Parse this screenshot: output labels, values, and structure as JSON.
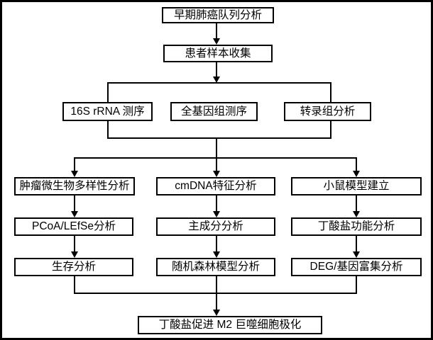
{
  "diagram": {
    "type": "flowchart",
    "background_color": "#ffffff",
    "line_color": "#000000",
    "box_fill_color": "#ffffff",
    "box_border_color": "#000000",
    "text_color": "#000000",
    "nodes": {
      "cohort": "早期肺癌队列分析",
      "sample_collection": "患者样本收集",
      "seq_16s": "16S rRNA 测序",
      "wgs": "全基因组测序",
      "transcriptome": "转录组分析",
      "microbiome_diversity": "肿瘤微生物多样性分析",
      "cmdna_features": "cmDNA特征分析",
      "mouse_model": "小鼠模型建立",
      "pcoa_lefse": "PCoA/LEfSe分析",
      "pca": "主成分分析",
      "butyrate_function": "丁酸盐功能分析",
      "survival": "生存分析",
      "random_forest": "随机森林模型分析",
      "deg_enrichment": "DEG/基因富集分析",
      "conclusion": "丁酸盐促进 M2 巨噬细胞极化"
    },
    "edges": [
      {
        "from": "cohort",
        "to": "sample_collection"
      },
      {
        "from": "sample_collection",
        "to": "seq_16s"
      },
      {
        "from": "sample_collection",
        "to": "wgs"
      },
      {
        "from": "sample_collection",
        "to": "transcriptome"
      },
      {
        "from": "sequencing_group",
        "to": "microbiome_diversity"
      },
      {
        "from": "sequencing_group",
        "to": "cmdna_features"
      },
      {
        "from": "sequencing_group",
        "to": "mouse_model"
      },
      {
        "from": "microbiome_diversity",
        "to": "pcoa_lefse"
      },
      {
        "from": "pcoa_lefse",
        "to": "survival"
      },
      {
        "from": "cmdna_features",
        "to": "pca"
      },
      {
        "from": "pca",
        "to": "random_forest"
      },
      {
        "from": "mouse_model",
        "to": "butyrate_function"
      },
      {
        "from": "butyrate_function",
        "to": "deg_enrichment"
      },
      {
        "from": "survival",
        "to": "conclusion"
      },
      {
        "from": "random_forest",
        "to": "conclusion"
      },
      {
        "from": "deg_enrichment",
        "to": "conclusion"
      }
    ]
  }
}
